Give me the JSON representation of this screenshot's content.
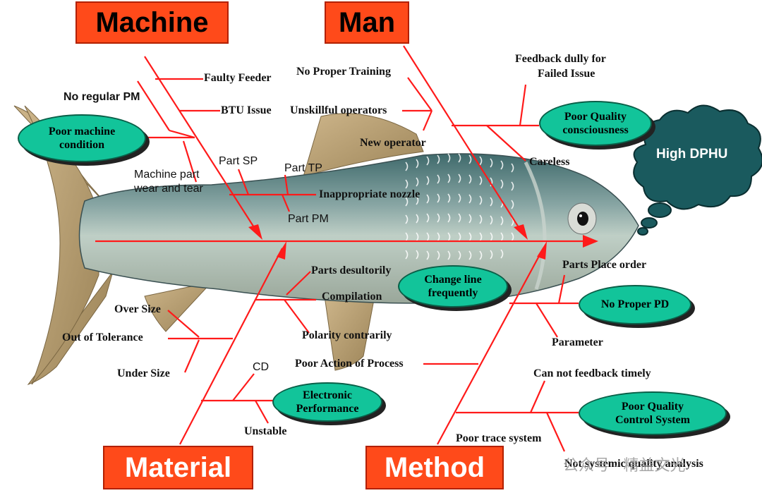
{
  "categories": {
    "machine": "Machine",
    "man": "Man",
    "material": "Material",
    "method": "Method"
  },
  "effect": "High DPHU",
  "machine": {
    "causes": [
      "Faulty Feeder",
      "No regular PM",
      "BTU Issue",
      "Machine part",
      "wear and tear",
      "Part SP",
      "Part TP",
      "Inappropriate nozzle",
      "Part PM"
    ],
    "oval": [
      "Poor machine",
      "condition"
    ]
  },
  "man": {
    "causes": [
      "No Proper Training",
      "Unskillful operators",
      "New operator",
      "Feedback  dully for",
      "Failed Issue",
      "Careless"
    ],
    "oval": [
      "Poor Quality",
      "consciousness"
    ]
  },
  "material": {
    "causes": [
      "Parts desultorily",
      "Compilation",
      "Polarity contrarily",
      "Over Size",
      "Out of Tolerance",
      "Under Size",
      "CD",
      "Unstable"
    ],
    "oval": [
      "Electronic",
      "Performance"
    ]
  },
  "method": {
    "causes": [
      "Parts Place order",
      "Parameter",
      "Poor Action of Process",
      "Can not feedback timely",
      "Poor trace system",
      "Not systemic quality analysis"
    ],
    "oval_pd": "No Proper PD",
    "oval_change": [
      "Change line",
      "frequently"
    ],
    "oval_qc": [
      "Poor Quality",
      "Control System"
    ]
  },
  "watermark": "公众号 · 精益文光",
  "colors": {
    "arrow": "#ff1a1a",
    "oval": "#12c49a",
    "cloud": "#1a5a5e",
    "category": "#ff4a1a"
  }
}
